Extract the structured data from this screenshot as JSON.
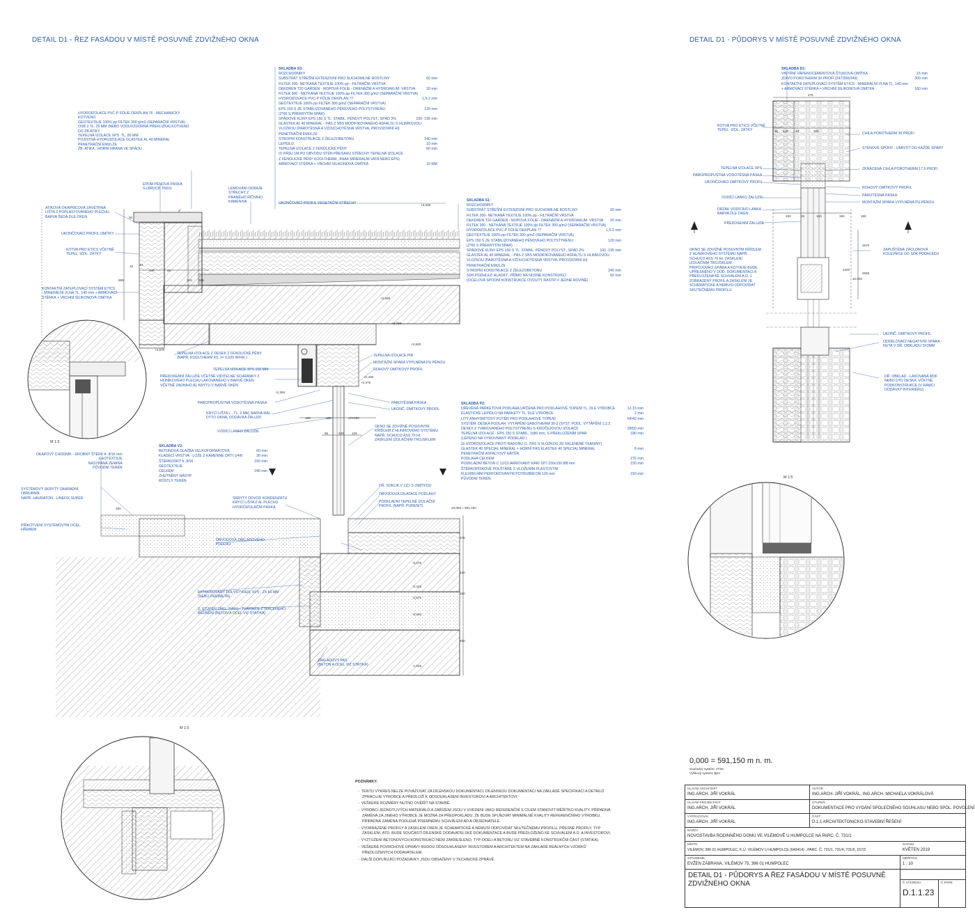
{
  "titles": {
    "left": "DETAIL D1 -  ŘEZ FASÁDOU V MÍSTĚ POSUVNĚ ZDVIŽNÉHO OKNA",
    "right": "DETAIL D1 -  PŮDORYS V MÍSTĚ POSUVNĚ ZDVIŽNÉHO OKNA"
  },
  "skladba_s3": {
    "title": "SKLADBA S3:",
    "rows": [
      {
        "t": "ROZCHODNÍKY",
        "v": ""
      },
      {
        "t": "SUBSTRÁT STŘEŠNÍ EXTENZIVNÍ PRO SUCHOMILNÉ ROSTLINY",
        "v": "60 mm"
      },
      {
        "t": "FILTEK 200- NETKANÁ TEXTILIE 100% pp - FILTRAČNÍ VRSTVA",
        "v": ""
      },
      {
        "t": "DEKDREN T20 GARDEN - NOPOVÁ FÓLIE - DRENÁŽNÍ A HYDROAKUM. VRSTVA",
        "v": "20 mm"
      },
      {
        "t": "FILTEK 300 - NETKANÁ TEXTILIE 100% pp FILTEK 300 g/m2 (SEPARAČNÍ VRSTVA)",
        "v": ""
      },
      {
        "t": "HYDROIZOLACE  PVC-P FÓLIE DEKPLAN 77",
        "v": "1,5-2 mm"
      },
      {
        "t": "GEOTEXTILIE 100% pp FILTEK 300 g/m2 (SEPARAČNÍ VRSTVA)",
        "v": ""
      },
      {
        "t": "EPS 150 S ZE STABILIZOVANÉHO PĚNOVÉHO POLYSTYRENU",
        "v": "120 mm"
      },
      {
        "t": "(2*60 S PŘEKRYTÍM SPAR)",
        "v": ""
      },
      {
        "t": "SPÁDOVÉ KLÍNY EPS 150 S TL. STABIL. PĚNOVÝ  POLYST., SPÁD 2%",
        "v": "100 -195 mm"
      },
      {
        "t": "GLASTEK AL 40 MINERAL - PÁS Z SBS MODIFIKOVANÉHO ASFALTU S HLINÍKOVOU",
        "v": ""
      },
      {
        "t": "VLOŽKOU (PAROTĚSNÁ A VZDUCHOTĚSNÁ VRSTVA, PROVIZORNÍ HI)",
        "v": ""
      },
      {
        "t": "PENETRAČNÍ EMULZE",
        "v": ""
      },
      {
        "t": "STROPNÍ KONSTRUKCE Z ŽELEZOBETONU",
        "v": "240 mm"
      },
      {
        "t": "LEPIDLO",
        "v": "10 mm"
      },
      {
        "t": "TEPELNÁ IZOLACE Z FENOLICKÉ PĚNY",
        "v": "60 mm"
      },
      {
        "t": "(V PÁSU 1M PO OBVODU STĚN PŘESAHU STŘECHY TEPELNÁ IZOLACE",
        "v": ""
      },
      {
        "t": "Z FENOLICKÉ PĚNY KOOLTHERM, JINAK MINERÁLNÍ VATA NEBO EPS)",
        "v": ""
      },
      {
        "t": "ARMOVACÍ STĚRKA + VRCHNÍ SILIKONOVÁ OMÍTKA",
        "v": "10 MM"
      }
    ]
  },
  "skladba_s1": {
    "title": "SKLADBA S1:",
    "rows": [
      {
        "t": "ROZCHODNÍKY",
        "v": ""
      },
      {
        "t": "SUBSTRÁT STŘEŠNÍ EXTENZIVNÍ PRO SUCHOMILNÉ ROSTLINY",
        "v": "60 mm"
      },
      {
        "t": "FILTEK 200- NETKANÁ TEXTILIE 100% pp - FILTRAČNÍ VRSTVA",
        "v": ""
      },
      {
        "t": "DEKDREN T20 GARDEN - NOPOVÁ FÓLIE - DRENÁŽNÍ A HYDROAKUM. VRSTVA",
        "v": "20 mm"
      },
      {
        "t": "FILTEK 300 - NETKANÁ TEXTILIE 100% pp FILTEK 300 g/m2 (SEPARAČNÍ VRSTVA)",
        "v": ""
      },
      {
        "t": "HYDROIZOLACE  PVC-P FÓLIE DEKPLAN 77",
        "v": "1,5-2 mm"
      },
      {
        "t": "GEOTEXTILIE 100% pp FILTEK 300 g/m2 (SEPARAČNÍ VRSTVA)",
        "v": ""
      },
      {
        "t": "EPS 150 S ZE STABILIZOVANÉHO PĚNOVÉHO POLYSTYRENU",
        "v": "120 mm"
      },
      {
        "t": "(2*60 S PŘEKRYTÍM SPAR)",
        "v": ""
      },
      {
        "t": "SPÁDOVÉ KLÍNY EPS 150 S TL. STABIL. PĚNOVÝ  POLYST., SPÁD 2%",
        "v": "100 -195 mm"
      },
      {
        "t": "GLASTEK AL 40 MINERAL - PÁS Z SBS MODIFIKOVANÉHO ASFALTU S HLINÍKOVOU",
        "v": ""
      },
      {
        "t": "VLOŽKOU (PAROTĚSNÁ A VZDUCHOTĚSNÁ VRSTVA, PROVIZORNÍ HI)",
        "v": ""
      },
      {
        "t": "PENETRAČNÍ EMULZE",
        "v": ""
      },
      {
        "t": "STROPNÍ KONSTRUKCE Z ŽELEZOBETONU",
        "v": "240 mm"
      },
      {
        "t": "SDK PODHLED HLADKÝ, PŘÍMO NA NOSNÉ KONSTRUKCI",
        "v": "60 mm"
      },
      {
        "t": "(OCELOVÁ SPODNÍ KONSTRUKCE  OVOUTÝ RASTR V JEDNÉ ROVINĚ)",
        "v": ""
      }
    ]
  },
  "skladba_p2": {
    "title": "SKLADBA P2:",
    "rows": [
      {
        "t": "DŘEVĚNÁ PARKETOVÁ PODLAHA URČENÁ PRO PODLAHOVÉ TOPENÍ TL. DLE VÝROBCE",
        "v": "12-15 mm"
      },
      {
        "t": "ELASTICKÉ LEPIDLO NA PARKETY TL. DLE VÝROBCE",
        "v": "2 mm"
      },
      {
        "t": "LITÝ ANHYDRITOVÝ POTĚR PRO PODLAHOVÉ TOPENÍ",
        "v": "64/42 mm"
      },
      {
        "t": "SYSTÉM. DESKA PODLAH. VYTÁPĚNÍ GABOTHERM 30-2 (SYST. PODL. VYTÁPĚNÍ 1,2,3,",
        "v": ""
      },
      {
        "t": "DESKY Z TVAROVANÉHO POLYSTYRENU S KROČEJOVOU IZOLACÍ)",
        "v": "28/50 mm"
      },
      {
        "t": "TEPELNÁ IZOLACE - EPS 150 S STABIL, 2x80 mm, S PŘEKLOŽENÍM SPAR",
        "v": "180 mm"
      },
      {
        "t": "(LEPENO NA VYROVNANÝ PODKLAD )",
        "v": ""
      },
      {
        "t": "2x HYDROIZOLACE PROTI RADONU (1. PÁS S VLOŽKOU ZE SKLENĚNÉ TKANINY)",
        "v": ""
      },
      {
        "t": "GLASTEK 40 SPECIAL MINERAL + HORNÍ PÁS ELASTEK 40 SPECIAL MINERAL",
        "v": "8 mm"
      },
      {
        "t": "PENETRAČNÍ ASFALTOVÝ NÁTĚR",
        "v": ""
      },
      {
        "t": "PODLAHA CELKEM",
        "v": "275 mm"
      },
      {
        "t": "",
        "v": ""
      },
      {
        "t": "PODKLADNÍ BETON C 12/15 ARMOVANÝ KARI SÍTÍ 150x150 Ø8 mm",
        "v": "150 mm"
      },
      {
        "t": "ŠTĚRKOPÍSKOVÉ POLŠTÁŘE S VLOŽENÍM PLASTOVÝM",
        "v": ""
      },
      {
        "t": "FLEXIBILNÍM PERFOROVANÝM POTRUBÍM DN 100 mm",
        "v": "150 mm"
      },
      {
        "t": "PŮVODNÍ TERÉN",
        "v": ""
      }
    ]
  },
  "skladba_v2": {
    "title": "SKLADBA V2:",
    "rows": [
      {
        "t": "BETONOVÁ DLAŽBA VELKOFORMÁTOVÁ",
        "v": "60 mm"
      },
      {
        "t": "KLADECÍ VRSTVA - LOŽE Z KAMENNÉ DRTI 1/4/8",
        "v": "30 mm"
      },
      {
        "t": "ŠTĚRKODRŤ fr. 8/16",
        "v": "150 mm"
      },
      {
        "t": "GEOTEXTILIE",
        "v": ""
      },
      {
        "t": "CELKEM",
        "v": "240 mm"
      },
      {
        "t": "ZHUTNĚNÝ NÁSYP",
        "v": ""
      },
      {
        "t": "ROSTLÝ TERÉN",
        "v": ""
      }
    ]
  },
  "skladba_d1": {
    "title": "SKLADBA D1:",
    "rows": [
      {
        "t": "VNITŘNÍ VÁPENOCEMENTOVÁ ŠTUKOVÁ OMÍTKA",
        "v": "15 mm"
      },
      {
        "t": "ZDIVO POROTHERM 30 PROFI (247/300/249)",
        "v": "300 mm"
      },
      {
        "t": "KONTAKTNÍ ZATEPLOVACÍ SYSTÉM ETICS - MINERÁLNÍ VLNA TL. 140 mm",
        "v": ""
      },
      {
        "t": "+ ARMOVACÍ STĚRKA + VRCHNÍ SILIKONOVÁ OMÍTKA",
        "v": "160 mm"
      }
    ]
  },
  "labels_left": {
    "hydro_block": "HYDROIZOLACE PVC-P FÓLIE DEKPLAN 76 - MECHANICKY\nKOTVENO\nGEOTEXTILIE 100% pp FILTEK 300 g/m2 (SEPARAČNÍ VRSTVA)\nOSB 3 TL. 25 MM (NEBO VODUVZDORNÁ PŘEKLIŽKA) KOTVENO\nDO ŽB ATIKY\nTEPELNÁ IZOLACE XPS  TL. 80 MM\nPOJISTNÁ HYDROIZOLACE GLASTEK AL 40 MINERAL\nPENETRAČNÍ EMULZE\nŽB. ATIKA , HORNÍ HRANA VE SPÁDU",
    "epdm": "EPDM PĚNOVÁ PÁSKA\nILLBRUCK TN011",
    "lemovani": "LEMOVÁNÍ OKRAJE\nSTŘECHY Z\nPRANÉHO ŘÍČNÍHO\nKAMENIVA",
    "ukoncovaci_vegetacni": "UKONČOVACÍ PROFIL VEGETAČNÍ STŘECHY",
    "atikova": "ATIKOVÁ OKAPNICOVÁ ZÁVĚTRNÁ\nLIŠTA Z POPLASTOVANÉHO PLECHU,\nBARVA ŠEDÁ DLE OKEN",
    "ukoncovaci_omitky": "UKONČOVACÍ PROFIL OMÍTKY",
    "kotva": "KOTVA PRO ETICS VČETNĚ\nTEPEL. IZOL. ZÁTKY",
    "kontaktni": "KONTAKTNÍ ZATEPLOVACÍ SYSTÉM ETICS\n- MINERÁLNÍ VLNA TL. 140 mm + ARMOVACÍ\nSTĚRKA + VRCHNÍ SILIKONOVÁ OMÍTKA",
    "tep_fenol": "TEPELNÁ IZOLACE Z DESEK Z FENOLICKÉ PĚNY\n(NAPŘ. KOOLTHERM K5, λ= 0,020 W/mK )",
    "tep_xps": "TEPELNÁ IZOLACE XPS 150 MM",
    "predokenni": "PŘEDOKENNÍ ŽALUZIE VČETNĚ VIDITELNÉ SCHRÁNKY Z\nHLINÍKOVÉHO PLECHU LAKOVANÉHO V BARVĚ OKEN\nVČETNĚ ZADNÍHO AL KRYTU V BARVĚ OKEN",
    "paropropustna": "PAROPROPUSTNÁ VODOTĚSNÁ PÁSKA",
    "kryci": "KRYCÍ LIŠTA L , TL. 2 MM, BARVA RAL\nDTTO OKNA, DODÁVKA ŽALUZIÍ",
    "vodici": "VODÍCÍ LANKO ŽALUZIE",
    "tep_pir": "TEPELNÁ IZOLACE PIR",
    "montazni": "MONTÁŽNÍ SPÁRA VYPLNĚNA PU PĚNOU",
    "rohovy": "ROHOVÝ OMÍTKOVÝ PROFIL",
    "parotesna": "PAROTĚSNÁ PÁSKA",
    "ukonc_omit": "UKONČ. OMÍTKOVÝ PROFIL",
    "okno": "OKNO SE ZDVIŽNĚ POSUVNÝM\nKŘÍDLEM Z HLINÍKOVÉHO SYSTÉMU\nNAPŘ. SCHUCO ASS 70 HI,\nZASKLENÍ IZOLAČNÍM TROJSKLEM",
    "okapovy": "OKAPOVÝ CHODNÍK - DROBNÝ ŠTĚRK fr. 8/16 mm\nGEOTEXTILIE\nNASYPANÁ ZEMINA\nPŮVODNÍ TERÉN",
    "systemovy": "SYSTÉMOVÝ SKRYTÝ ZAHRADNÍ\nOBRUBNÍK\nNAPŘ. HAURATON - LINEFIX SUPER",
    "prikotveni": "PŘIKOTVENÍ SYSTÉMOVÝM OCEL.\nHŘEBEM",
    "skryty": "SKRYTÝ ODVOD KONDENZÁTU\nKRYCÍ LIŠTA Z AL PLECHU\nHYDROIZOLAČNÍ PÁSKA",
    "dr_soklik": "DŘ. SOKLÍK V LÍCI S OMÍTKOU",
    "obvodova": "OBVODOVÁ DILATACE PODLAHY",
    "podkladni": "PODKLADNÍ TEPELNĚ IZOLAČNÍ\nPROFIL (NAPŘ. PURENIT)",
    "obvodova2": "OBVODOVÁ ZÁKLADOVÉHO\nPLECHU",
    "extrud": "EXTRUDOVANÝ POLYSTYREN, XPS - 2X 60 MM\n(NEBO PERIMETR)",
    "stupen": "2. STUPEŇ ZÁKL. PÁSU - TVÁRNICE ZTRACENÉHO\nBEDNĚNÍ (BETON A OCEL VIZ STATIKA)",
    "zaklad": "ZÁKLADOVÝ PAS\n(BETON A OCEL VIZ STATIKA)"
  },
  "labels_right": {
    "kotva": "KOTVA PRO ETICS VČETNĚ\nTEPEL. IZOL. ZÁTKY",
    "cihla30": "CIHLA POROTHERM 30 PROFI",
    "stenove": "STĚNOVÉ SPONY - UMÍSTIT DO KAŽDÉ SPÁRY",
    "tep_xps": "TEPELNÁ IZOLACE XPS",
    "paroprop": "PAROPROPUSTNÁ VODOTĚSNÁ PÁSKA",
    "ukoncovaci": "UKONČOVACÍ OMÍTKOVÝ PROFIL",
    "zkracena": "ZKRÁCENÁ CIHLA POROTHERM 17,5 PROFI",
    "rohovy": "ROHOVÝ OMÍTKOVÝ PROFIL",
    "parotesna": "PAROTĚSNÁ PÁSKA",
    "montazni": "MONTÁŽNÍ SPÁRA VYPLNĚNA PU PĚNOU",
    "vodici": "VODÍCÍ LANKO ŽALUZIE",
    "drzak": "DRŽÁK VODÍCÍHO LANKA\nBARVA DLE OKEN",
    "predokenni": "PŘEDOKENNÍ ŽALUZIE",
    "okno": "OKNO SE ZDVIŽNĚ POSUVNÝM KŘÍDLEM\nZ HLINÍKOVÉHO SYSTÉMU NAPŘ.\nSCHUCO ASS 70 HI, ZASKLENÍ\nIZOLAČNÍM TROJSKLEM\nPŘIPOJOVACÍ SPÁRA A KOTVENÍ BUDE\nUPŘESNĚNO V DOD. DOKUMENTACI A\nPŘEDLOŽENA KE SCHVÁLENÍ A.D. 1\nZOBRAZENÝ PROFIL A ZASKLENÍ JE\nSCHÉMATICKÉ A NEMUSÍ ODPOVÍDAT\nSKUTEČNÉMU PROFILU.",
    "zapustena": "ZAPUŠTĚNÁ ZÁCLONOVÁ\nKOLEJNICE DO SDK PODHLEDU",
    "ukonc": "UKONČ. OMÍTKOVÝ PROFIL",
    "oddelovaci": "ODDĚLOVACÍ NEGATIVNÍ SPÁRA -\nNUTA V DŘ. OBKLADU 3X3MM",
    "dr_obklad": "DŘ. OBKLAD - LAKOVANÁ MDF\nNEBO DTD DESKA  VČETNĚ\nPODKONSTRUKCE (V RÁMCI\nDODÁVKY INTERIÉRU)"
  },
  "elevations": [
    "+3,509",
    "+2,960",
    "+2,750",
    "+2,600",
    "+2,670",
    "+2,384",
    "+2,375",
    "+2,400",
    "±0,000 = 591,150",
    "-0,275",
    "-0,425",
    "-0,575",
    "-0,600",
    "-1,025",
    "±0,000"
  ],
  "dims_left": [
    "3°",
    "50",
    "16",
    "140",
    "40",
    "10",
    "316",
    "889",
    "315",
    "160",
    "160",
    "85",
    "240",
    "160",
    "125",
    "170",
    "250",
    "275",
    "150",
    "150",
    "450"
  ],
  "dims_right": [
    "475",
    "15",
    "140",
    "10",
    "300",
    "100",
    "15",
    "160",
    "150",
    "150",
    "2570",
    "2400",
    "2660"
  ],
  "scale_marks": [
    "M 1:5",
    "M 1:5",
    "M 1:5"
  ],
  "notes": {
    "title": "POZNÁMKY:",
    "items": [
      "TENTO VÝKRES NELZE POVAŽOVAT ZA DÍLENSKOU DOKUMENTACI. DÍLENSKOU DOKUMENTACI NA ZÁKLADĚ SPECIFIKACÍ A DETAILŮ ZPRACUJE VÝROBCE A PŘEDLOŽÍ K ODSOUHLASENÍ INVESTOROVI A ARCHITEKTOVI.",
      "VEŠKERÉ ROZMĚRY NUTNO OVĚŘIT NA STAVBĚ.",
      "VÝROBCI JEDNOTLIVÝCH MATERIÁLŮ A ZAŘÍZENÍ JSOU V UVEDENÍ JAKO REFERENČNÍ  S CÍLEM STANOVIT MĚŘÍTKO KVALITY. PŘÍPADNÁ ZÁMĚNA ZA JINÉHO VÝROBCE JE MOŽNÁ ZA PŘEDPOKLADU, ŽE BUDE SPLŇOVAT MINIMÁLNĚ KVALITY REFERENČNÍHO VÝROBKU. PŘÍPADNÁ ZÁMĚNA PODLÉHÁ PÍSEMNÉMU SCHVÁLENÍ AD A OBJEDNATELE.",
      "VYOBRAZENÉ PROFILY A ZASKLENÍ OKEN JE SCHEMATICKÉ A NEMUSÍ ODPOVÍDAT SKUTEČNÉMU PROFILU. PŘESNÉ PROFILY, TYP ZASKLENÍ, ATD. BUDE SOUČÁSTÍ DÍLENSKÉ DODAVATELSKÉ DOKUMENTACE A BUDE PŘEDLOŽENO KE SCHVÁLENÍ A.D. A INVESTOROVI.",
      "VYZTUŽENÍ BETONOVÝCH KONSTRUKCÍ NENÍ ZAKRESLENO, TYP OCELI A BETONU VIZ STAVEBNĚ KONSTRUKČNÍ ČÁST (STATIKA).",
      "VEŠKERÉ POVRCHOVÉ ÚPRAVY BUDOU ODSOUHLASENY INVESTOREM A ARCHITEKTEM NA ZÁKLADĚ REÁLNÝCH VZORKŮ PŘEDLOŽENÝCH DODAVATELEM.",
      "DALŠÍ DOPLŇUJÍCÍ POŽADAVKY JSOU OBSAŽENY V TECHNICKÉ ZPRÁVĚ."
    ]
  },
  "elevation_ref": {
    "main": "0,000 = 591,150 m n. m.",
    "line1": "Souřadný systém: JTSK",
    "line2": "Výškový systém: BpV"
  },
  "title_block": {
    "k_hlavni_arch": "HLAVNÍ ARCHITEKT",
    "v_hlavni_arch": "ING.ARCH. JIŘÍ VOKRÁL",
    "k_autor": "AUTOR",
    "v_autor": "ING.ARCH. JIŘÍ VOKRÁL, ING.ARCH. MICHAELA VOKRÁLOVÁ",
    "k_hlavni_proj": "HLAVNÍ PROJEKTANT",
    "v_hlavni_proj": "ING.ARCH. JIŘÍ VOKRÁL",
    "k_stupen": "STUPEŇ",
    "v_stupen": "DOKUMENTACE PRO VYDÁNÍ SPOLEČNÉHO SOUHLASU NEBO SPOL. POVOLENÍ",
    "k_vypracoval": "VYPRACOVAL",
    "v_vypracoval": "ING.ARCH. JIŘÍ VOKRÁL",
    "k_cast": "ČÁST",
    "v_cast": "D.1.1 ARCHITEKTONICKO-STAVEBNÍ ŘEŠENÍ",
    "k_nazev": "NÁZEV",
    "v_nazev": "NOVOSTAVBA RODINNÉHO DOMU VE VILÉMOVĚ U HUMPOLCE NA PARC. Č. 731/1",
    "k_misto": "MÍSTO",
    "v_misto": "VILÉMOV, 396 01 HUMPOLEC, K.Ú. VILÉMOV U HUMPOLCE (649414) , PARC. Č. 731/1, 731/4, 731/6, 157/2",
    "k_datum": "DATUM",
    "v_datum": "KVĚTEN 2019",
    "k_stavebnik": "STAVEBNÍK",
    "v_stavebnik": "EVŽEN ZÁBRANA, VILÉMOV 75, 396 01 HUMPOLEC",
    "k_meritko": "MĚŘÍTKO",
    "v_meritko": "1 : 10",
    "v_title": "DETAIL D1 - PŮDORYS A ŘEZ FASÁDOU V MÍSTĚ POSUVNĚ ZDVIŽNÉHO OKNA",
    "k_cvykresu": "Č.VÝKRESU",
    "v_cvykresu": "D.1.1.23",
    "k_pare": "Č.PARE"
  },
  "colors": {
    "accent": "#2a5aa8",
    "line": "#222222",
    "hatch": "#9a9a9a",
    "insul": "#b8b8b8"
  }
}
